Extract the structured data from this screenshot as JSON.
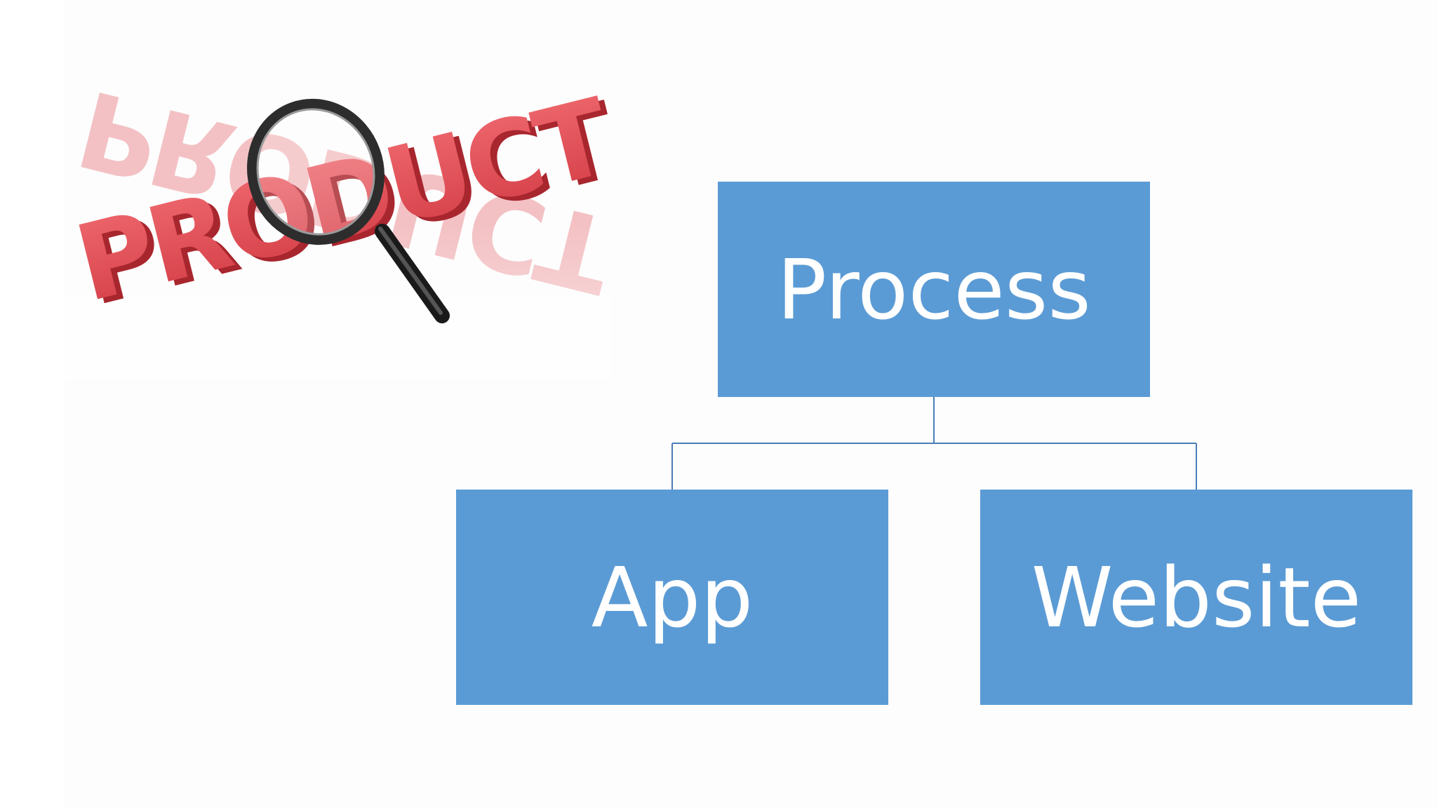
{
  "logo": {
    "text": "PRODUCT",
    "color": "#e0464f",
    "icon": "magnifying-glass-icon"
  },
  "diagram": {
    "type": "hierarchy",
    "box_color": "#5b9bd5",
    "line_color": "#4a7db8",
    "root": {
      "label": "Process"
    },
    "children": [
      {
        "label": "App"
      },
      {
        "label": "Website"
      }
    ]
  }
}
